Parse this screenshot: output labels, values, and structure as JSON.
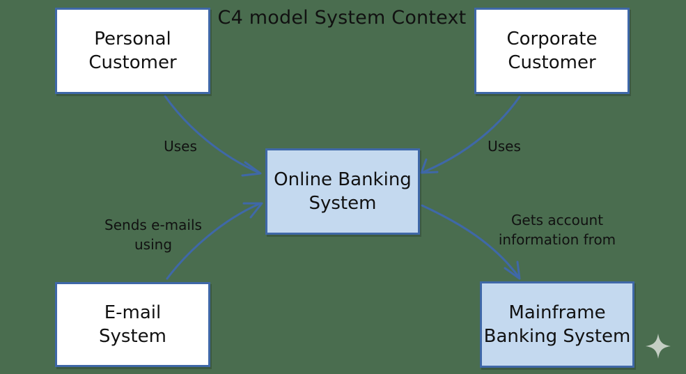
{
  "title": "C4 model System Context",
  "nodes": {
    "personal_customer": {
      "label": "Personal\nCustomer"
    },
    "corporate_customer": {
      "label": "Corporate\nCustomer"
    },
    "online_banking": {
      "label": "Online Banking\nSystem"
    },
    "email_system": {
      "label": "E-mail\nSystem"
    },
    "mainframe": {
      "label": "Mainframe\nBanking System"
    }
  },
  "edges": {
    "personal_to_online": {
      "label": "Uses"
    },
    "corporate_to_online": {
      "label": "Uses"
    },
    "email_to_online": {
      "label": "Sends e-mails\nusing"
    },
    "online_to_mainframe": {
      "label": "Gets account\ninformation from"
    }
  },
  "colors": {
    "background": "#4a6d4f",
    "edge": "#3f68a8",
    "person_fill": "#ffffff",
    "system_fill": "#c4d9ef"
  },
  "icons": {
    "corner_mark": "sparkle-icon"
  }
}
